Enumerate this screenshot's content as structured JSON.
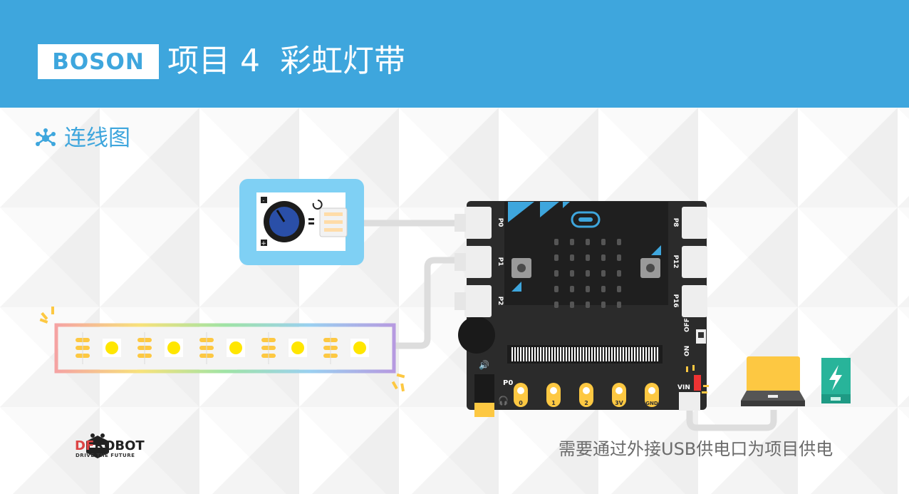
{
  "header": {
    "brand": "BOSON",
    "title": "项目 4  彩虹灯带"
  },
  "section": {
    "title": "连线图",
    "icon": "network-icon"
  },
  "module": {
    "name": "rotation-sensor-module",
    "pin_minus": "-",
    "pin_plus": "+"
  },
  "board": {
    "left_ports": [
      "P0",
      "P1",
      "P2"
    ],
    "right_ports": [
      "P8",
      "P12",
      "P16"
    ],
    "switch_off": "OFF",
    "switch_on": "ON",
    "vin": "VIN",
    "p0_label": "P0",
    "pads": [
      "0",
      "1",
      "2",
      "3V",
      "GND"
    ]
  },
  "footer": {
    "note": "需要通过外接USB供电口为项目供电",
    "logo_main_red": "DF",
    "logo_main_dark": "ROBOT",
    "logo_sub": "DRIVE THE FUTURE"
  },
  "colors": {
    "header": "#3ea6dd",
    "board": "#2b2b2b",
    "module": "#7fd0f4",
    "laptop": "#fdc842",
    "battery": "#28b49a",
    "led": "#ffe600"
  }
}
